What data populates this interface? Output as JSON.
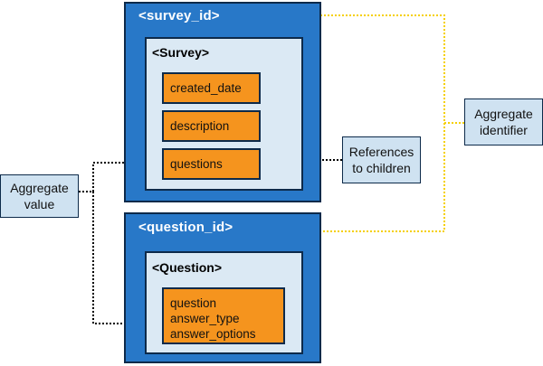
{
  "survey_aggregate": {
    "identifier": "<survey_id>",
    "entity_title": "<Survey>",
    "fields": [
      "created_date",
      "description",
      "questions"
    ]
  },
  "question_aggregate": {
    "identifier": "<question_id>",
    "entity_title": "<Question>",
    "fields": [
      "question",
      "answer_type",
      "answer_options"
    ]
  },
  "labels": {
    "aggregate_value": [
      "Aggregate",
      "value"
    ],
    "aggregate_identifier": [
      "Aggregate",
      "identifier"
    ],
    "references_to_children": [
      "References",
      "to children"
    ]
  },
  "colors": {
    "aggregate_bg": "#2878c8",
    "entity_bg": "#dbe9f4",
    "field_bg": "#f5941e",
    "label_bg": "#cfe2f1",
    "identifier_arrow": "#f5d000",
    "dark_arrow": "#000000"
  }
}
